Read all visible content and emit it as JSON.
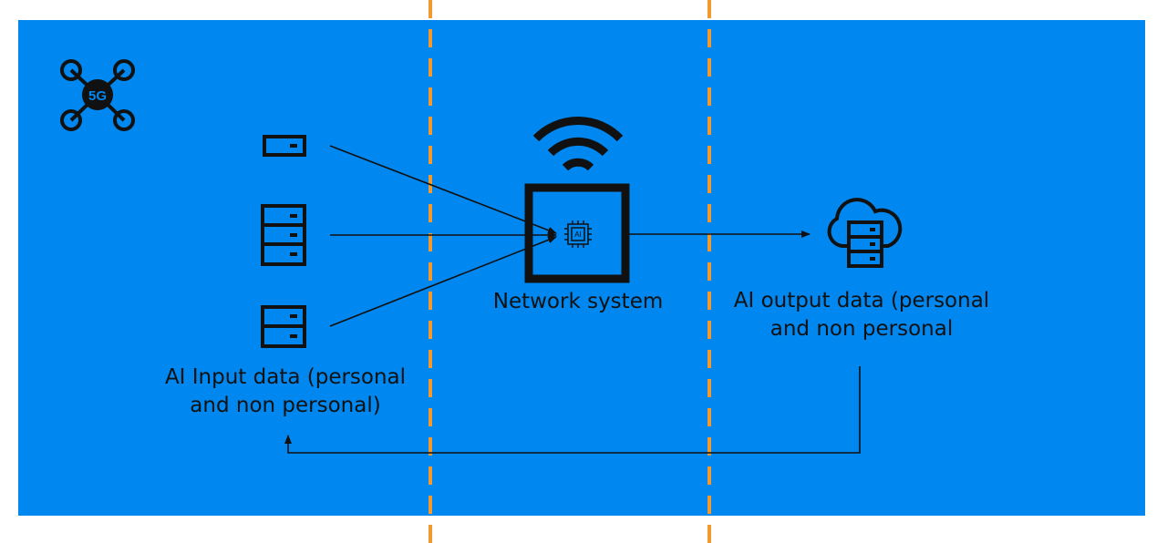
{
  "colors": {
    "panel": "#0087F0",
    "divider": "#F29A2E",
    "ink": "#111111"
  },
  "icons": {
    "top_left": "5g-network-icon",
    "center_chip": "ai-chip-icon",
    "wifi": "wifi-icon",
    "inputs": "server-rack-icon",
    "output": "cloud-server-icon"
  },
  "badge": {
    "network": "5G",
    "chip": "AI"
  },
  "labels": {
    "network_system": "Network system",
    "input_line1": "AI Input data (personal",
    "input_line2": "and non personal)",
    "output_line1": "AI output data (personal",
    "output_line2": "and non personal"
  }
}
